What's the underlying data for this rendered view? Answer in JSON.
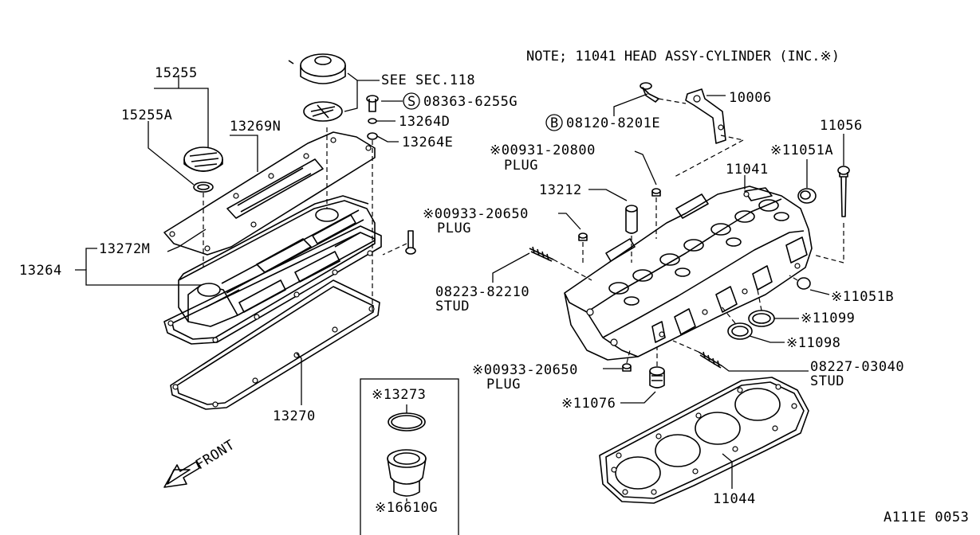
{
  "note": "NOTE; 11041 HEAD ASSY-CYLINDER (INC.※)",
  "figure_code": "A111E 0053",
  "front_label": "FRONT",
  "callouts": {
    "p15255": "15255",
    "p15255a": "15255A",
    "p13269n": "13269N",
    "p13264": "13264",
    "p13272m": "13272M",
    "p13270": "13270",
    "see_sec": "SEE SEC.118",
    "p08363": "08363-6255G",
    "p08363_marker": "S",
    "p13264d": "13264D",
    "p13264e": "13264E",
    "p10006": "10006",
    "p08120": "08120-8201E",
    "p08120_marker": "B",
    "p11056": "11056",
    "p00931": "※00931-20800",
    "plug1": "PLUG",
    "p11051a": "※11051A",
    "p11041": "11041",
    "p13212": "13212",
    "p00933a": "※00933-20650",
    "plug2": "PLUG",
    "p08223": "08223-82210",
    "stud1": "STUD",
    "p11051b": "※11051B",
    "p11099": "※11099",
    "p11098": "※11098",
    "p00933b": "※00933-20650",
    "plug3": "PLUG",
    "p08227": "08227-03040",
    "stud2": "STUD",
    "p11076": "※11076",
    "p11044": "11044",
    "p13273": "※13273",
    "p16610g": "※16610G"
  }
}
